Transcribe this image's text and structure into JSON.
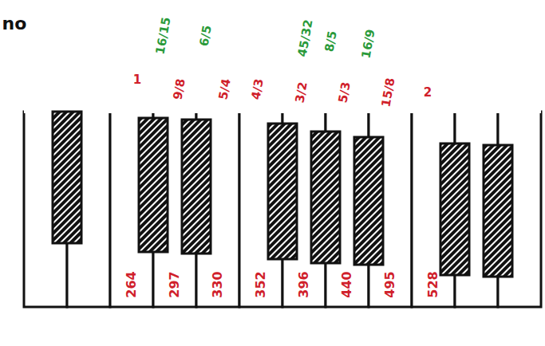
{
  "diagram": {
    "nodes": [
      {
        "text": [
          "264"
        ]
      },
      {
        "text": [
          "297"
        ]
      },
      {
        "text": [
          "330"
        ]
      },
      {
        "text": [
          "352"
        ]
      },
      {
        "text": [
          "396"
        ]
      },
      {
        "text": [
          "440"
        ]
      },
      {
        "text": [
          "495"
        ]
      },
      {
        "text": [
          "528"
        ]
      }
    ],
    "labels": [
      "no",
      "16/15",
      "6/5",
      "45/32",
      "8/5",
      "16/9",
      "1",
      "9/8",
      "5/4",
      "4/3",
      "3/2",
      "5/3",
      "15/8",
      "2"
    ]
  }
}
